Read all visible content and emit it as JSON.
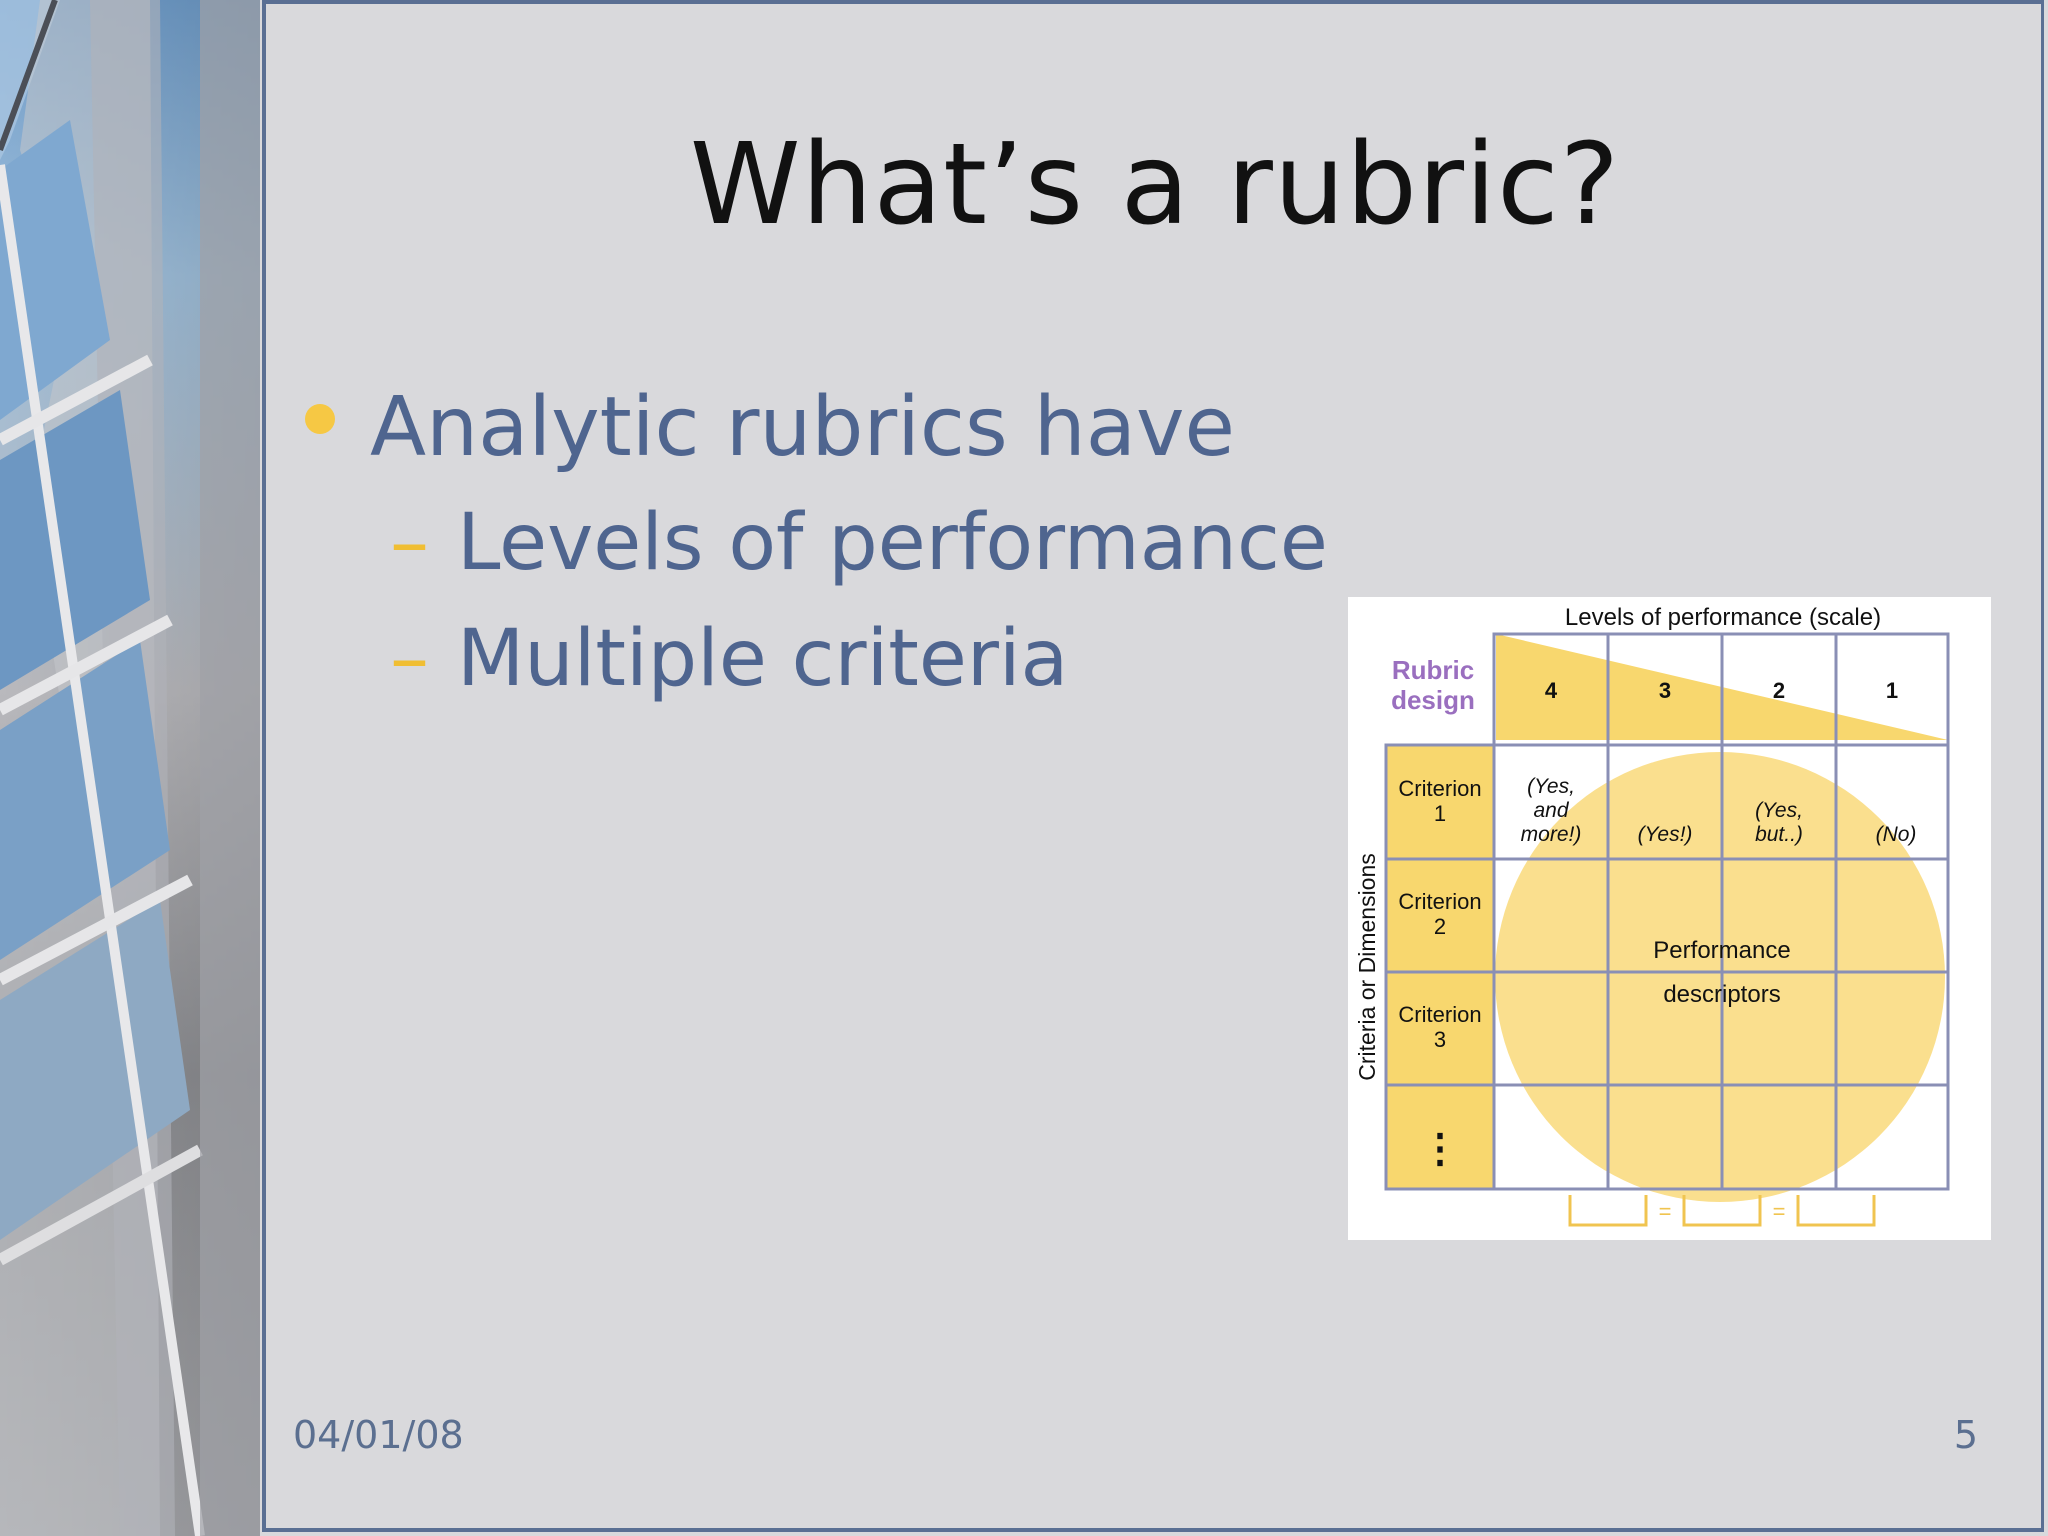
{
  "slide": {
    "title": "What’s a rubric?",
    "bullet": "Analytic rubrics have",
    "subbullets": [
      "Levels of performance",
      "Multiple criteria"
    ],
    "date": "04/01/08",
    "page_number": "5"
  },
  "rubric_figure": {
    "scale_title": "Levels of performance (scale)",
    "corner_label_1": "Rubric",
    "corner_label_2": "design",
    "levels": [
      "4",
      "3",
      "2",
      "1"
    ],
    "vertical_label": "Criteria or Dimensions",
    "criteria": [
      {
        "l1": "Criterion",
        "l2": "1"
      },
      {
        "l1": "Criterion",
        "l2": "2"
      },
      {
        "l1": "Criterion",
        "l2": "3"
      }
    ],
    "ellipsis": "⋮",
    "desc_yes_more_1": "(Yes,",
    "desc_yes_more_2": "and",
    "desc_yes_more_3": "more!)",
    "desc_yes": "(Yes!)",
    "desc_yes_but_1": "(Yes,",
    "desc_yes_but_2": "but..)",
    "desc_no": "(No)",
    "center_1": "Performance",
    "center_2": "descriptors",
    "equals": "="
  }
}
